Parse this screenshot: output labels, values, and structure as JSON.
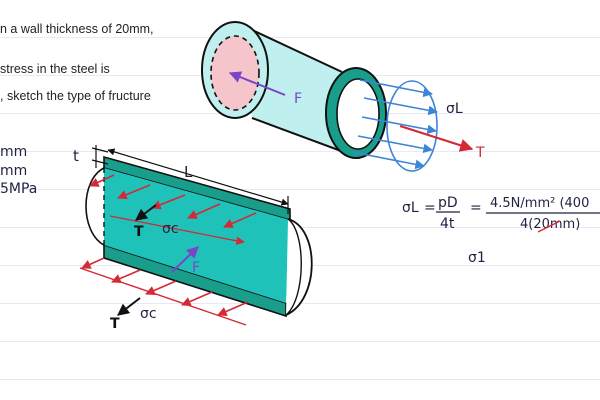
{
  "problem_text": {
    "line1": "n a wall thickness of 20mm,",
    "line2": "stress in the steel is",
    "line3": ", sketch the type of fructure"
  },
  "givens": {
    "line1": "mm",
    "line2": "mm",
    "line3": "5MPa"
  },
  "labels": {
    "t": "t",
    "L": "L",
    "T_left": "T",
    "T_bottom": "T",
    "T_top": "T",
    "F_bottom": "F",
    "F_top": "F",
    "sigma_c_mid": "σc",
    "sigma_c_bottom": "σc",
    "sigma_L": "σL"
  },
  "equation": {
    "sigma_L": "σL",
    "eq1": "=",
    "numerator": "pD",
    "denominator": "4t",
    "eq2": "=",
    "rhs_numerator": "4.5N/mm² (400",
    "rhs_denominator": "4(20mm)",
    "sigma_1": "σ1"
  },
  "colors": {
    "cylinder_fill": "#bff0ef",
    "cylinder_wall": "#1a9e8c",
    "inner_teal": "#1fc2b9",
    "pink": "#f6c5cb",
    "arrow_red": "#d32a36",
    "arrow_blue": "#3d86d6",
    "arrow_purple": "#7a45c8",
    "line_dark": "#111111"
  }
}
